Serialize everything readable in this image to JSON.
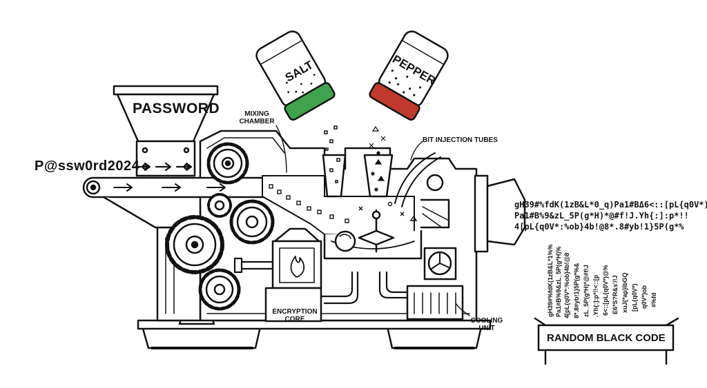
{
  "labels": {
    "password_hopper": "PASSWORD",
    "input_password": "P@ssw0rd2024",
    "mixing_chamber_line1": "MIXING",
    "mixing_chamber_line2": "CHAMBER",
    "salt": "SALT",
    "pepper": "PEPPER",
    "bit_injection": "BIT INJECTION TUBES",
    "encryption_line1": "ENCRYPTION",
    "encryption_line2": "CORE",
    "cooling_line1": "COOLING",
    "cooling_line2": "UNIT",
    "output_tray": "RANDOM BLACK CODE"
  },
  "output_code": {
    "line1": "gH39#%fdK(1zB&L*0_q)Pa1#BΔ6<::[pL{q0V*)",
    "line2": "Pa1#B%9&zL_5P(g*H)*@#f!J.Yh{:]:p*!!",
    "line3": "4[pL{q0V*:%ob}4b!@8*.8#yb!1}5P(g*%"
  },
  "colors": {
    "salt_cap": "#3fa34d",
    "pepper_cap": "#c0392b",
    "ink": "#111111"
  }
}
